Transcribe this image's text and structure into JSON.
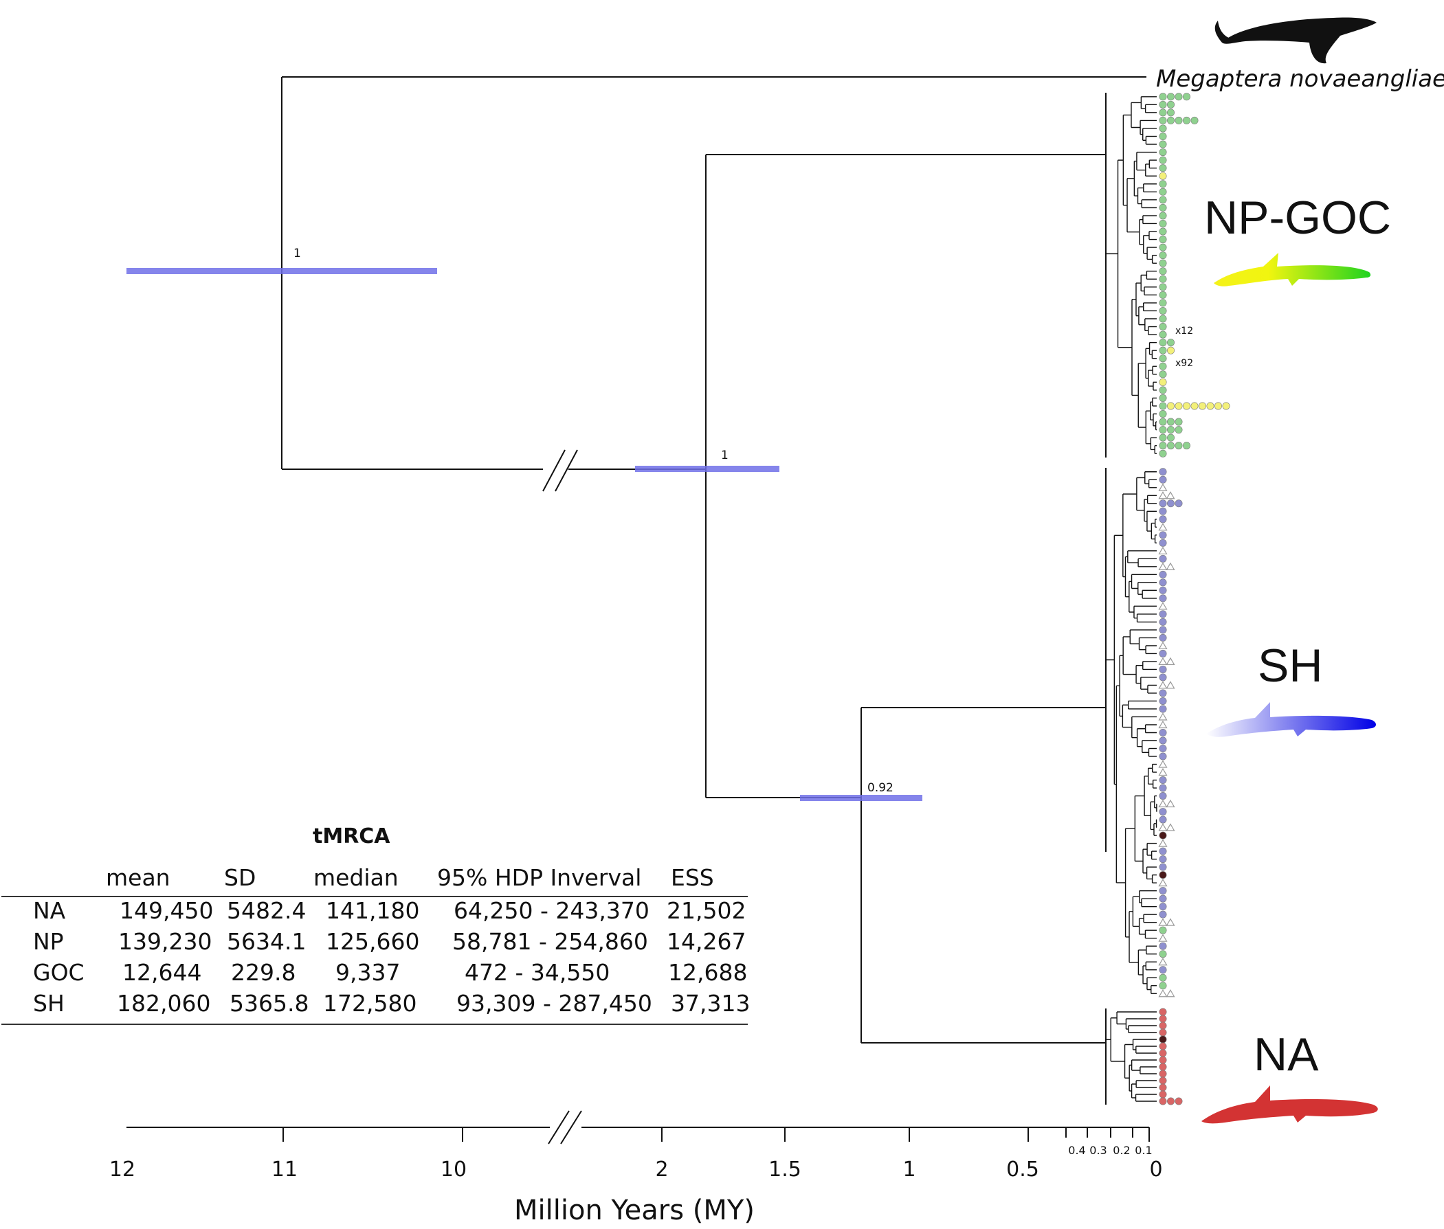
{
  "taxa": {
    "outgroup": "Megaptera novaeangliae",
    "clade_np_goc": "NP-GOC",
    "clade_sh": "SH",
    "clade_na": "NA"
  },
  "node_support": {
    "root": "1",
    "ingroup": "1",
    "sh_na": "0.92"
  },
  "tip_counts": {
    "a": "x12",
    "b": "x92"
  },
  "axis": {
    "label": "Million Years (MY)",
    "ticks": [
      "12",
      "11",
      "10",
      "2",
      "1.5",
      "1",
      "0.5",
      "0"
    ],
    "minor_ticks": [
      "0.4",
      "0.3",
      "0.2",
      "0.1"
    ]
  },
  "colors": {
    "np_marker": "#8fd18f",
    "goc_marker": "#f3f07a",
    "sh_marker": "#8f90cf",
    "sh_triangle": "#999999",
    "na_marker": "#d96565",
    "dark_marker": "#4a1a1a",
    "hpd_bar": "#7070e8",
    "whale_outgroup": "#111111",
    "whale_na": "#d33333"
  },
  "tmrca_table": {
    "title": "tMRCA",
    "headers": [
      "mean",
      "SD",
      "median",
      "95% HDP Inverval",
      "ESS"
    ],
    "rows": [
      {
        "label": "NA",
        "mean": "149,450",
        "sd": "5482.4",
        "median": "141,180",
        "hpd": "64,250 - 243,370",
        "ess": "21,502"
      },
      {
        "label": "NP",
        "mean": "139,230",
        "sd": "5634.1",
        "median": "125,660",
        "hpd": "58,781 - 254,860",
        "ess": "14,267"
      },
      {
        "label": "GOC",
        "mean": "12,644",
        "sd": "229.8",
        "median": "9,337",
        "hpd": "472 - 34,550",
        "ess": "12,688"
      },
      {
        "label": "SH",
        "mean": "182,060",
        "sd": "5365.8",
        "median": "172,580",
        "hpd": "93,309 - 287,450",
        "ess": "37,313"
      }
    ]
  }
}
